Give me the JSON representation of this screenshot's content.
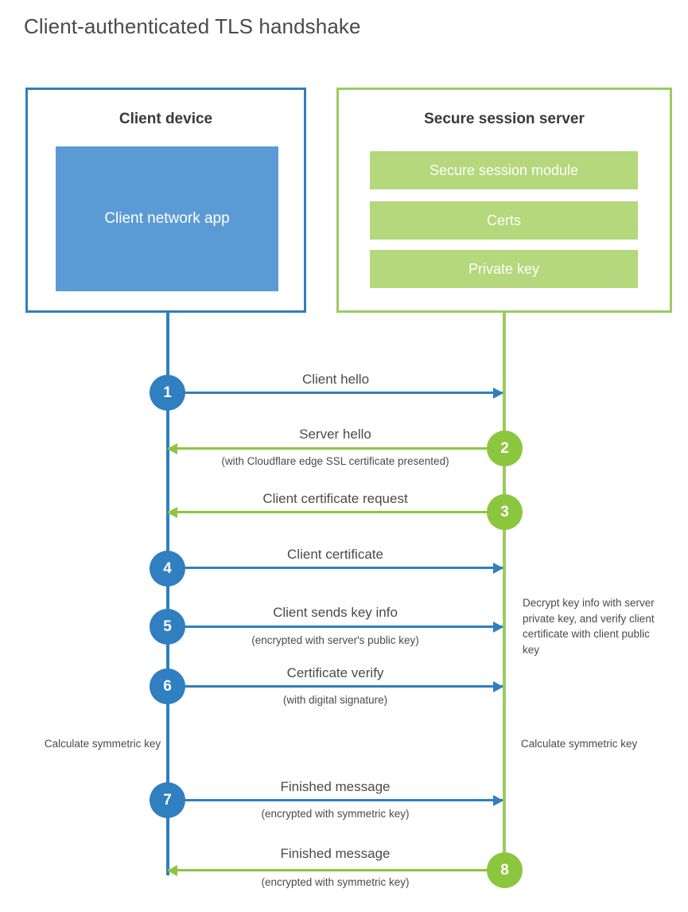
{
  "title": "Client-authenticated TLS handshake",
  "client": {
    "box_title": "Client device",
    "app_label": "Client network app"
  },
  "server": {
    "box_title": "Secure session server",
    "bars": [
      {
        "label": "Secure session module"
      },
      {
        "label": "Certs"
      },
      {
        "label": "Private key"
      }
    ]
  },
  "steps": [
    {
      "number": "1",
      "label": "Client hello",
      "sublabel": "",
      "direction": "client-to-server",
      "side": "client"
    },
    {
      "number": "2",
      "label": "Server hello",
      "sublabel": "(with Cloudflare edge SSL certificate presented)",
      "direction": "server-to-client",
      "side": "server"
    },
    {
      "number": "3",
      "label": "Client certificate request",
      "sublabel": "",
      "direction": "server-to-client",
      "side": "server"
    },
    {
      "number": "4",
      "label": "Client certificate",
      "sublabel": "",
      "direction": "client-to-server",
      "side": "client"
    },
    {
      "number": "5",
      "label": "Client sends key info",
      "sublabel": "(encrypted with server's public key)",
      "direction": "client-to-server",
      "side": "client"
    },
    {
      "number": "6",
      "label": "Certificate verify",
      "sublabel": "(with digital signature)",
      "direction": "client-to-server",
      "side": "client"
    },
    {
      "number": "7",
      "label": "Finished message",
      "sublabel": "(encrypted with symmetric key)",
      "direction": "client-to-server",
      "side": "client"
    },
    {
      "number": "8",
      "label": "Finished message",
      "sublabel": "(encrypted with symmetric key)",
      "direction": "server-to-client",
      "side": "server"
    }
  ],
  "notes": {
    "decrypt": "Decrypt key info with server private key, and verify client certificate with client public key",
    "calculate_client": "Calculate symmetric key",
    "calculate_server": "Calculate symmetric key"
  },
  "colors": {
    "client_blue": "#2f7fc1",
    "client_app_fill": "#5b9bd5",
    "server_green": "#9bcc5f",
    "server_arrow_green": "#8cc63f",
    "server_bar_fill": "#b4d87b",
    "text_gray": "#4a4a4a"
  }
}
